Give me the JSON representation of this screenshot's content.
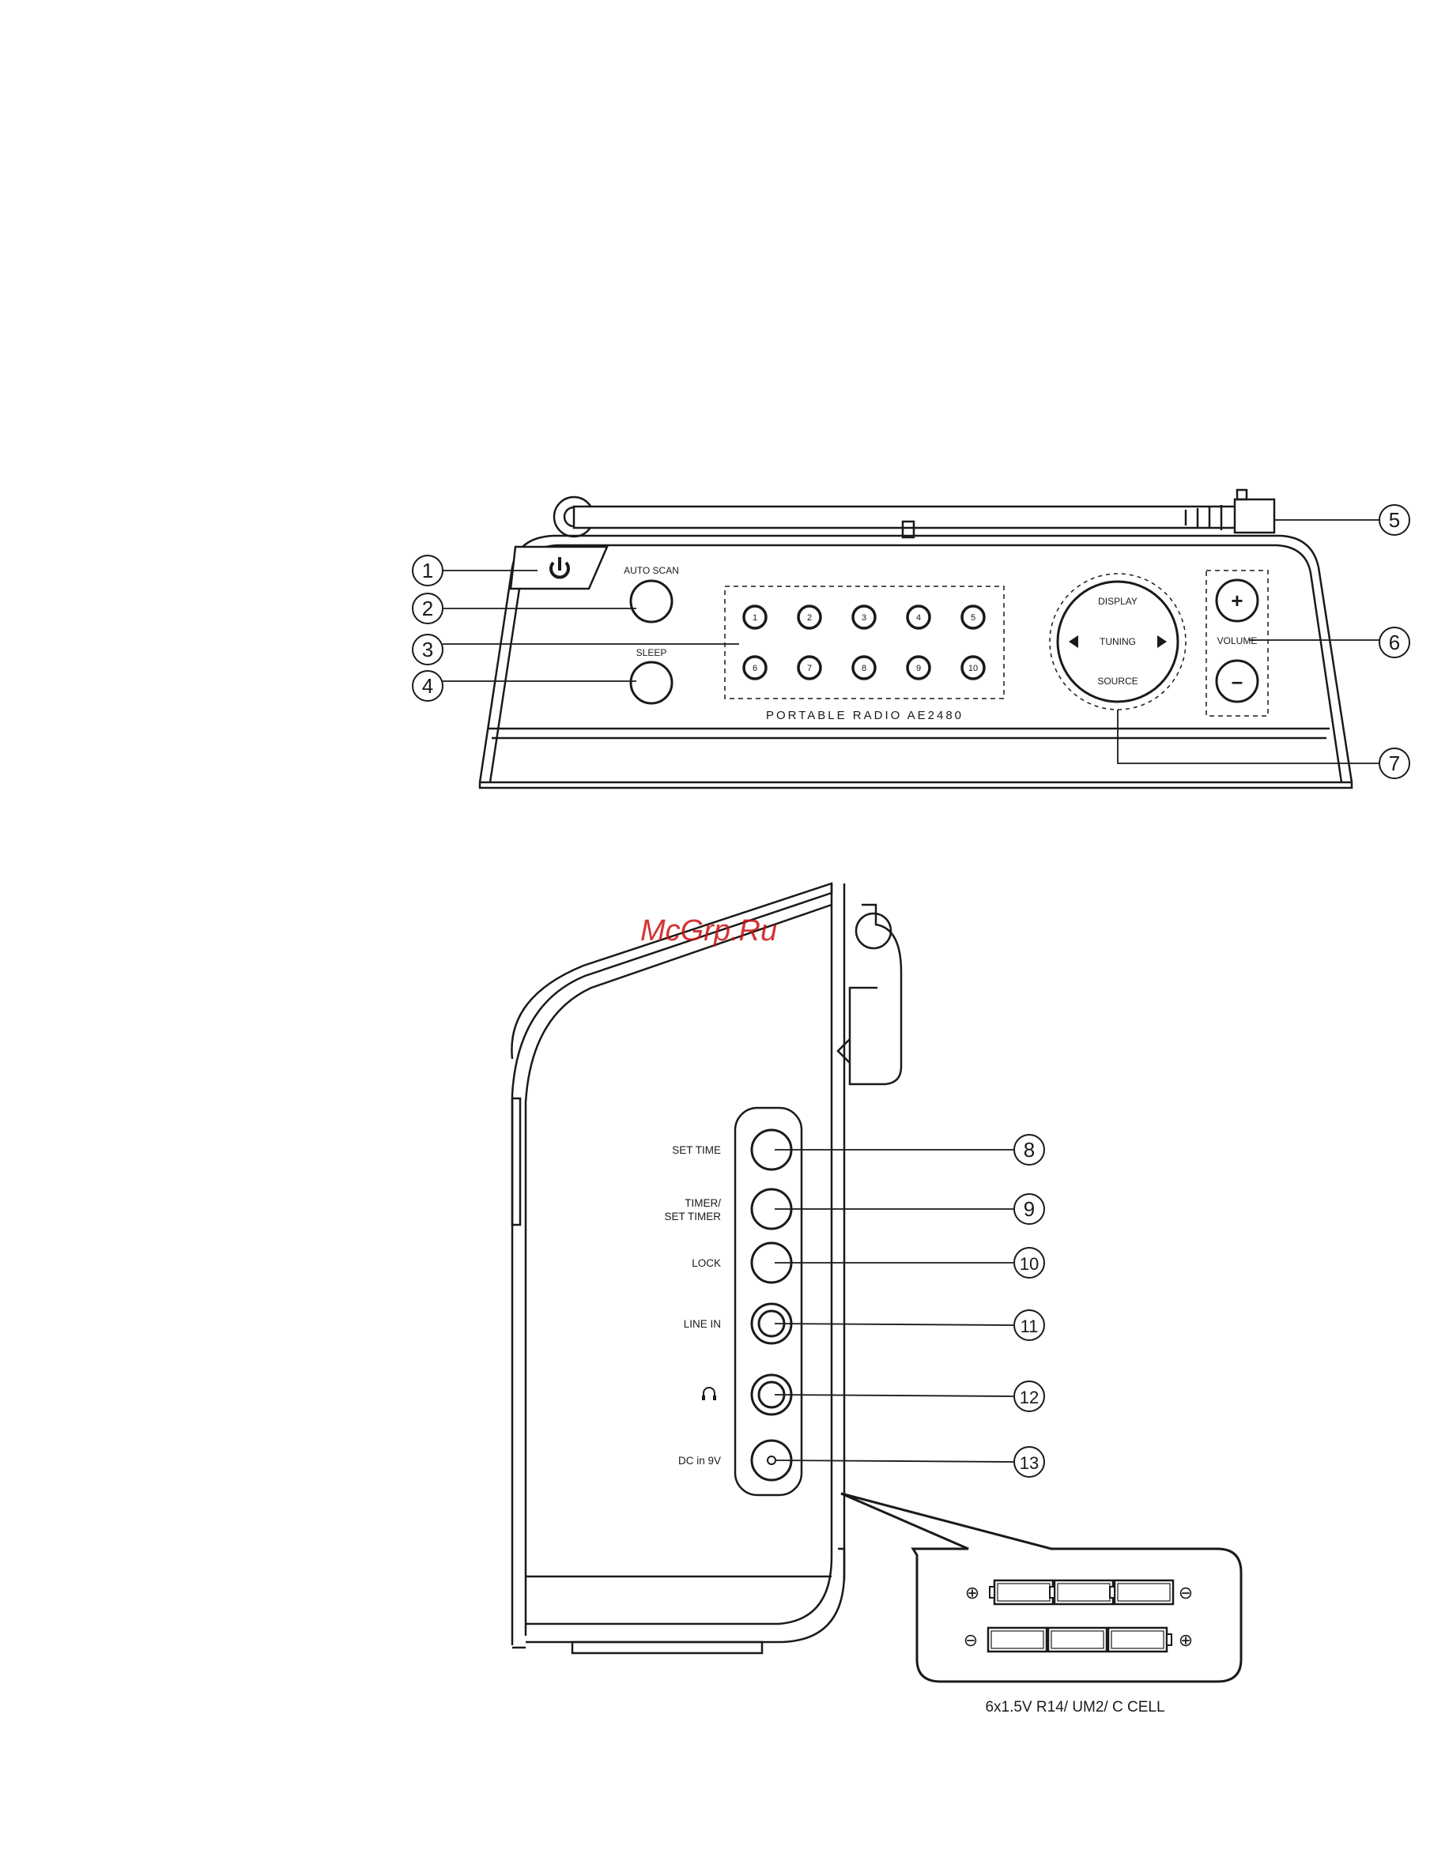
{
  "front_panel": {
    "auto_scan_label": "AUTO SCAN",
    "sleep_label": "SLEEP",
    "preset_labels": [
      "1",
      "2",
      "3",
      "4",
      "5",
      "6",
      "7",
      "8",
      "9",
      "10"
    ],
    "display_label": "DISPLAY",
    "tuning_label": "TUNING",
    "source_label": "SOURCE",
    "volume_label": "VOLUME",
    "volume_up_glyph": "+",
    "volume_down_glyph": "–",
    "model_text": "PORTABLE RADIO AE2480",
    "power_icon": "power-icon"
  },
  "front_callouts": [
    "1",
    "2",
    "3",
    "4",
    "5",
    "6",
    "7"
  ],
  "side_panel": {
    "controls": [
      {
        "label": "SET TIME",
        "callout": "8"
      },
      {
        "label": "TIMER/\nSET TIMER",
        "callout": "9"
      },
      {
        "label": "LOCK",
        "callout": "10"
      },
      {
        "label": "LINE IN",
        "callout": "11"
      },
      {
        "label": "",
        "icon": "headphones-icon",
        "callout": "12"
      },
      {
        "label": "DC in 9V",
        "callout": "13"
      }
    ]
  },
  "battery": {
    "plus_glyph": "⊕",
    "minus_glyph": "⊖",
    "caption": "6x1.5V R14/ UM2/ C CELL"
  },
  "watermark": "McGrp.Ru",
  "colors": {
    "line": "#1a1a1a",
    "watermark": "#cc1111",
    "background": "#ffffff"
  }
}
